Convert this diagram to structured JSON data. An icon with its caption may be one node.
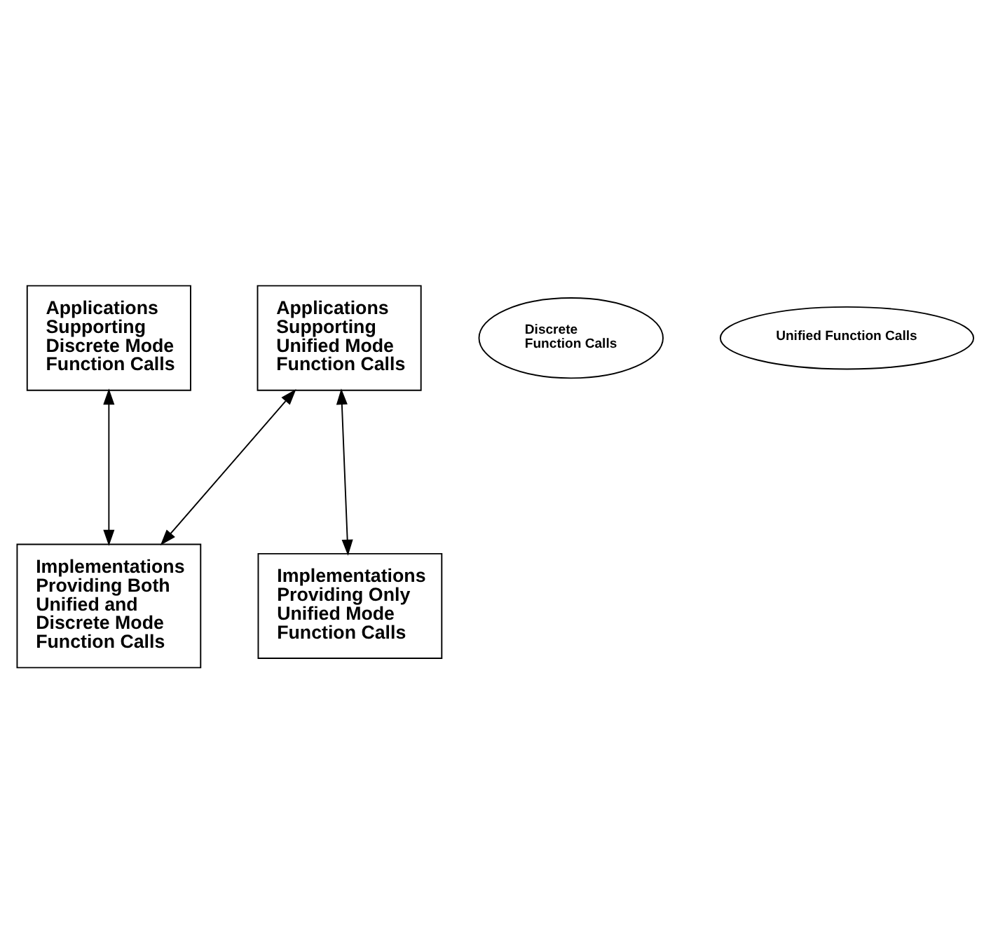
{
  "diagram": {
    "nodes": [
      {
        "text": [
          "Applications Supporting Discrete Mode Function Calls"
        ]
      },
      {
        "text": [
          "Applications Supporting Unified Mode Function Calls"
        ]
      },
      {
        "text": [
          "Discrete Function Calls"
        ]
      },
      {
        "text": [
          "Unified Function Calls"
        ]
      },
      {
        "text": [
          "Implementations Providing Both Unified and Discrete Mode Function Calls"
        ]
      },
      {
        "text": [
          "Implementations Providing Only Unified Mode Function Calls"
        ]
      }
    ],
    "edges": [
      {
        "from": 0,
        "to": 4,
        "arrow": "both"
      },
      {
        "from": 1,
        "to": 4,
        "arrow": "both"
      },
      {
        "from": 1,
        "to": 5,
        "arrow": "both"
      }
    ]
  }
}
